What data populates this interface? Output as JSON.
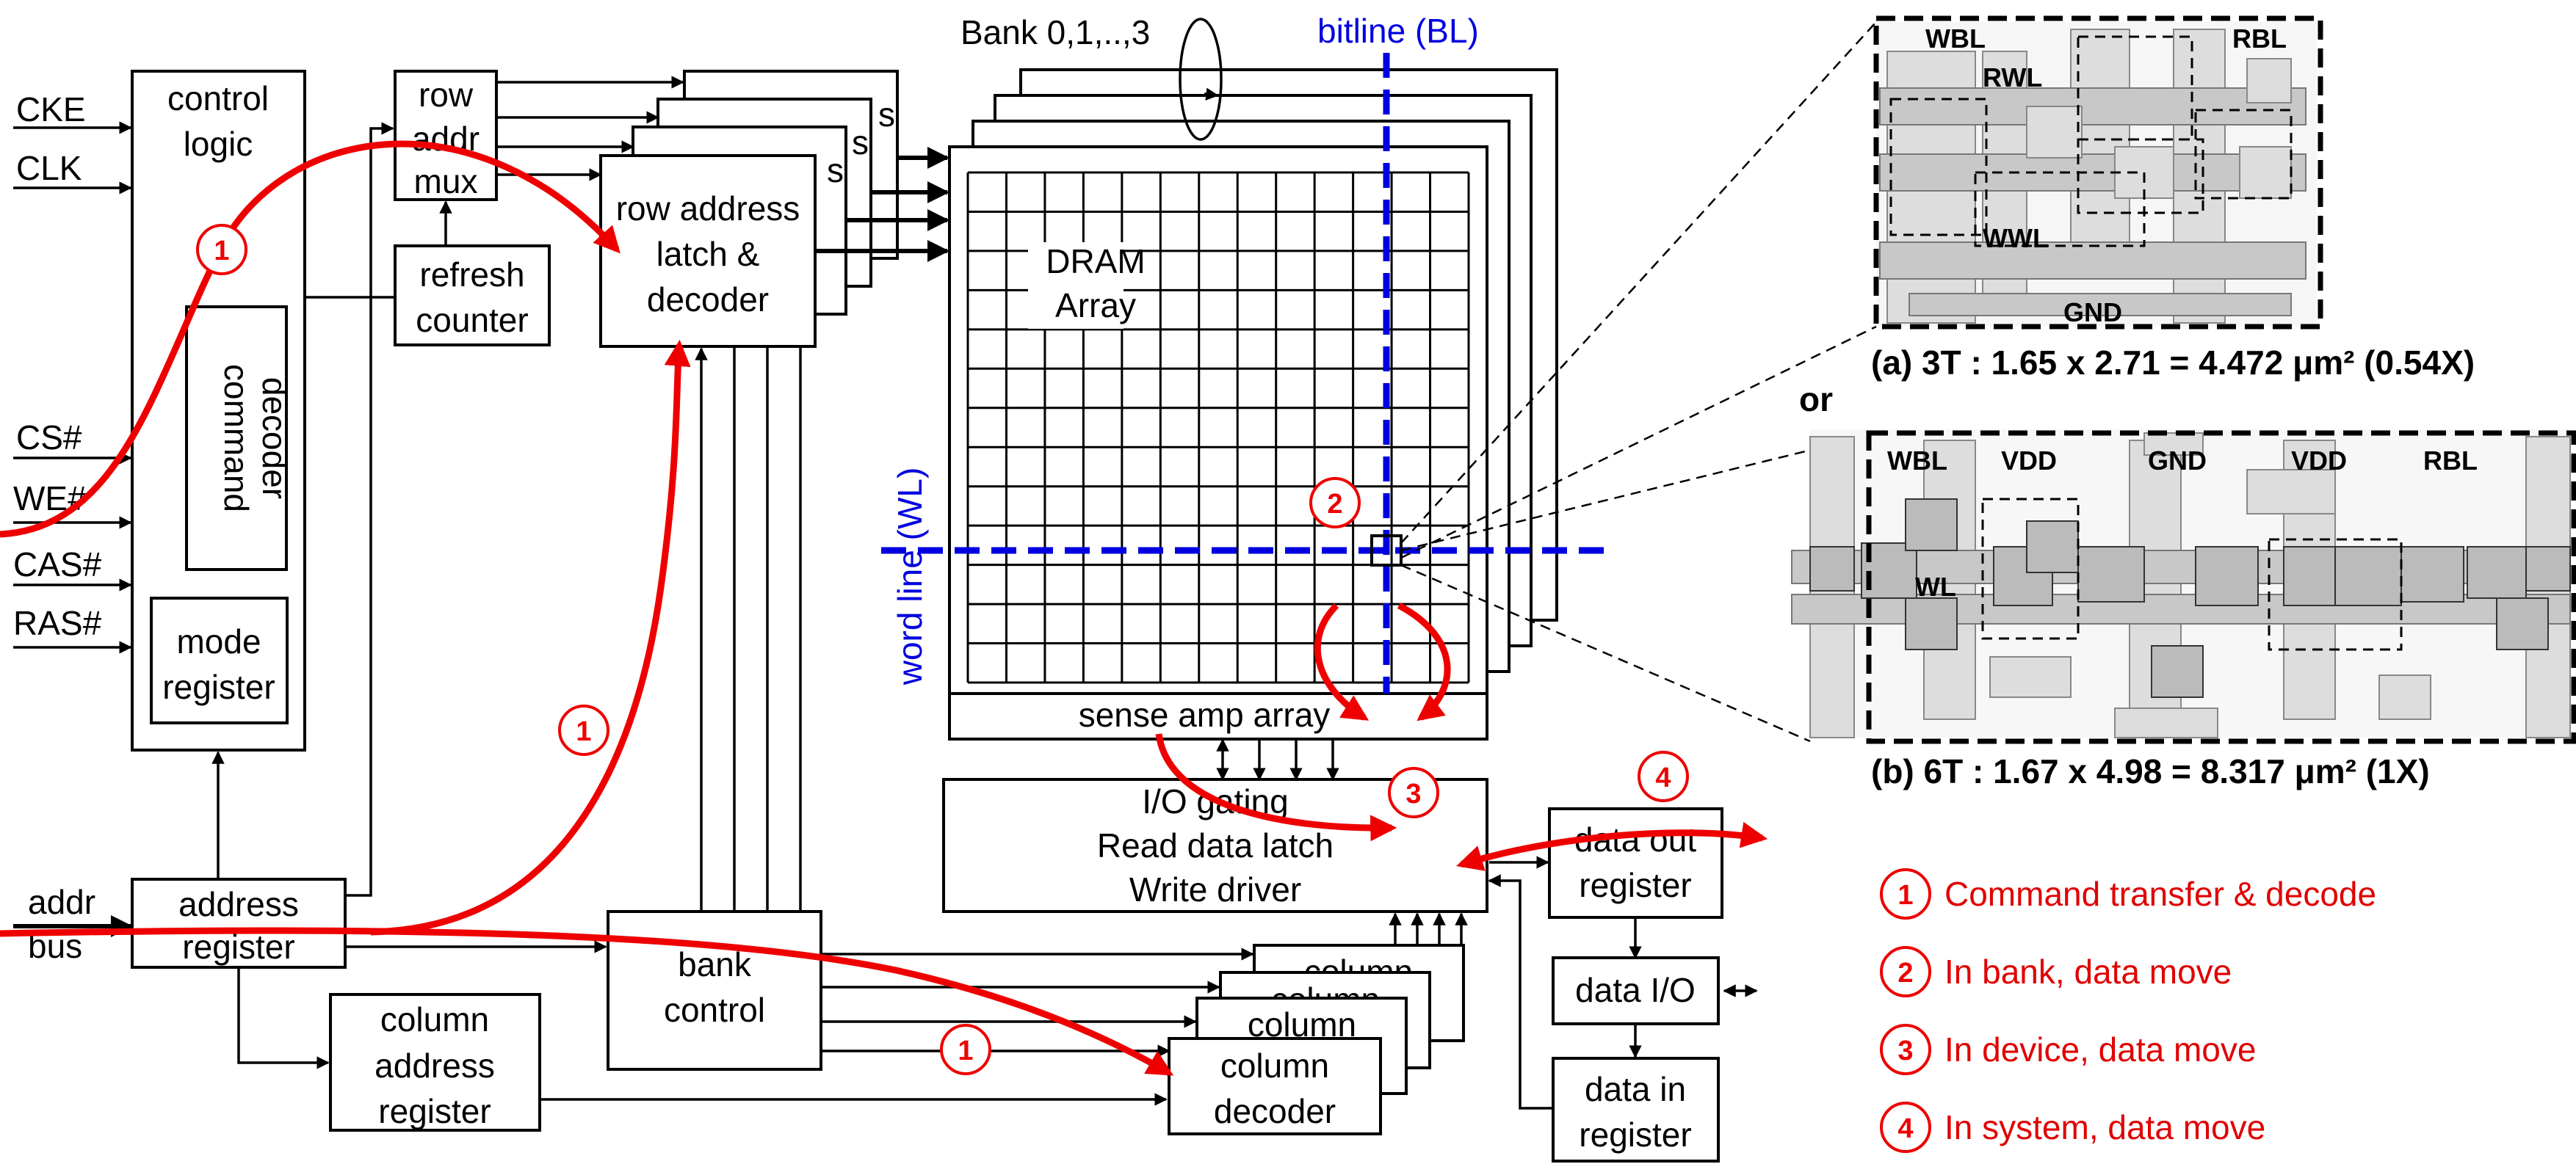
{
  "pins": [
    "CKE",
    "CLK",
    "CS#",
    "WE#",
    "CAS#",
    "RAS#"
  ],
  "blocks": {
    "control_logic": [
      "control",
      "logic"
    ],
    "command_decoder": [
      "command",
      "decoder"
    ],
    "mode_register": [
      "mode",
      "register"
    ],
    "row_addr_mux": [
      "row",
      "addr",
      "mux"
    ],
    "refresh_counter": [
      "refresh",
      "counter"
    ],
    "row_address_latch": [
      "row address",
      "latch &",
      "decoder"
    ],
    "stack_s": "s",
    "bank_label": "Bank 0,1,..,3",
    "dram_array": [
      "DRAM",
      "Array"
    ],
    "sense_amp": "sense amp array",
    "io_gating": [
      "I/O gating",
      "Read data latch",
      "Write driver"
    ],
    "data_out_register": [
      "data out",
      "register"
    ],
    "data_io": "data I/O",
    "data_in_register": [
      "data in",
      "register"
    ],
    "addr_bus": [
      "addr",
      "bus"
    ],
    "address_register": [
      "address",
      "register"
    ],
    "column_address_register": [
      "column",
      "address",
      "register"
    ],
    "bank_control": [
      "bank",
      "control"
    ],
    "column_decoder": [
      "column",
      "decoder"
    ],
    "column_stack": "column"
  },
  "axes": {
    "bitline": "bitline (BL)",
    "wordline": "word line (WL)"
  },
  "layouts": {
    "a_caption": "(a) 3T : 1.65 x 2.71 = 4.472 μm² (0.54X)",
    "b_caption": "(b) 6T :  1.67 x 4.98 = 8.317 μm² (1X)",
    "or": "or",
    "a_labels": [
      "WBL",
      "RBL",
      "RWL",
      "WWL",
      "GND"
    ],
    "b_labels": [
      "WBL",
      "VDD",
      "GND",
      "VDD",
      "RBL",
      "WL"
    ]
  },
  "markers": [
    "1",
    "2",
    "3",
    "4"
  ],
  "legend": [
    {
      "num": "1",
      "text": "Command transfer & decode"
    },
    {
      "num": "2",
      "text": "In bank, data move"
    },
    {
      "num": "3",
      "text": "In device, data move"
    },
    {
      "num": "4",
      "text": "In  system, data move"
    }
  ],
  "colors": {
    "accent": "#ee0000",
    "blue": "#0000e0"
  }
}
